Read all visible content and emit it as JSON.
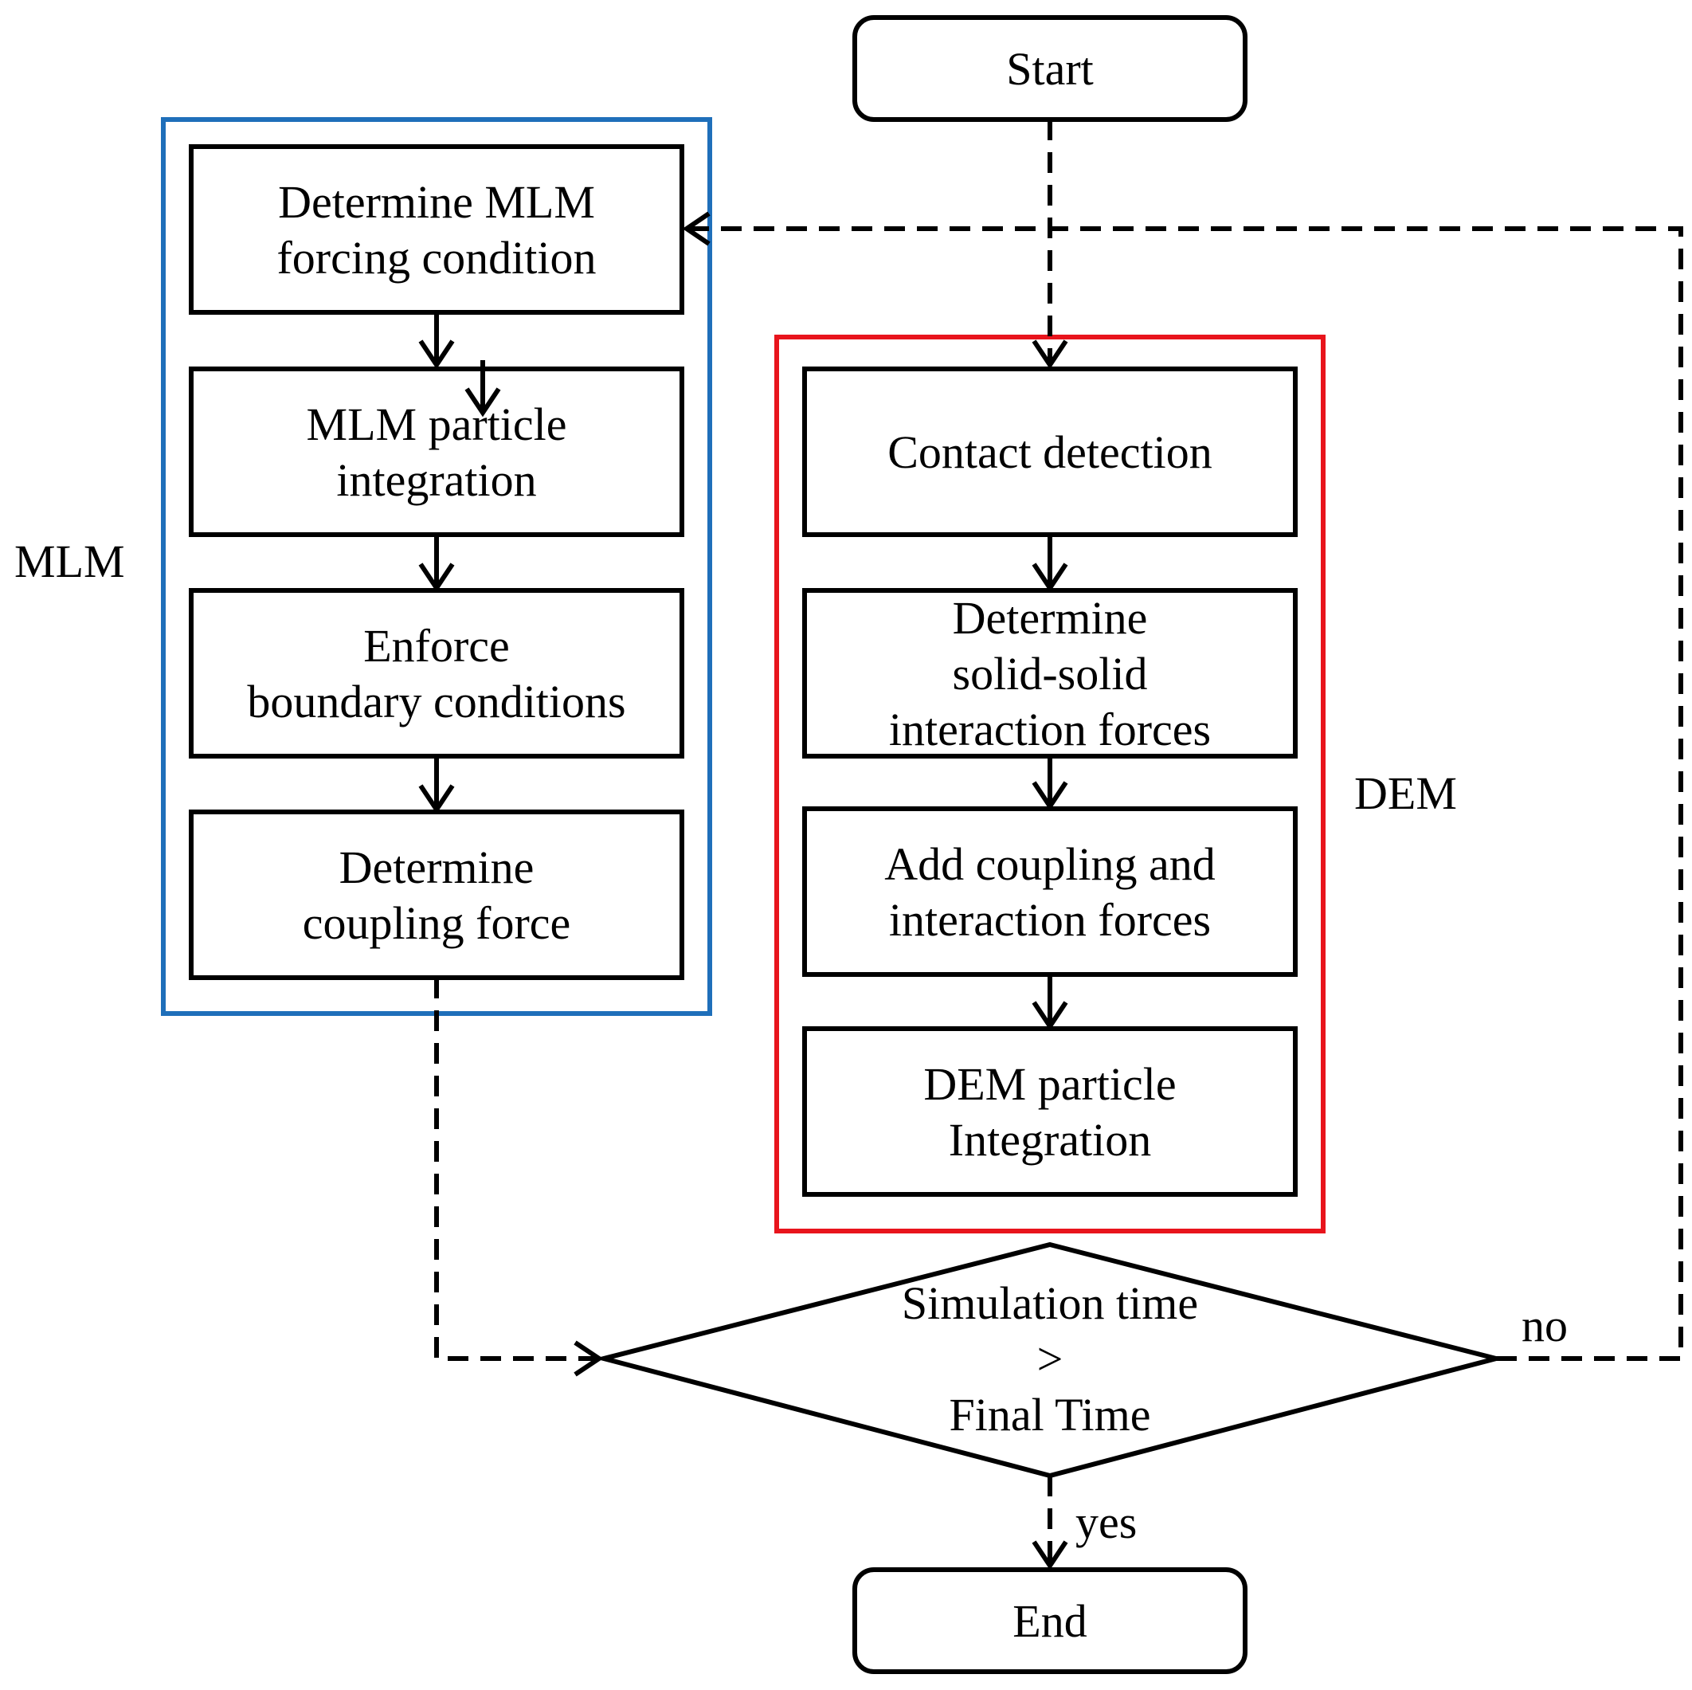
{
  "nodes": {
    "start": {
      "lines": [
        "Start"
      ]
    },
    "mlm_forcing": {
      "lines": [
        "Determine MLM",
        "forcing condition"
      ]
    },
    "mlm_integration": {
      "lines": [
        "MLM particle",
        "integration"
      ]
    },
    "enforce_bc": {
      "lines": [
        "Enforce",
        "boundary  conditions"
      ]
    },
    "coupling_force": {
      "lines": [
        "Determine",
        "coupling force"
      ]
    },
    "contact_detection": {
      "lines": [
        "Contact detection"
      ]
    },
    "solid_solid": {
      "lines": [
        "Determine",
        "solid-solid",
        "interaction forces"
      ]
    },
    "add_forces": {
      "lines": [
        "Add  coupling and",
        "interaction forces"
      ]
    },
    "dem_integration": {
      "lines": [
        "DEM particle",
        "Integration"
      ]
    },
    "decision": {
      "lines": [
        "Simulation time",
        ">",
        "Final Time"
      ]
    },
    "end": {
      "lines": [
        "End"
      ]
    }
  },
  "groups": {
    "mlm": {
      "label": "MLM",
      "color": "#1f6fba"
    },
    "dem": {
      "label": "DEM",
      "color": "#e8141c"
    }
  },
  "edge_labels": {
    "no": "no",
    "yes": "yes"
  }
}
